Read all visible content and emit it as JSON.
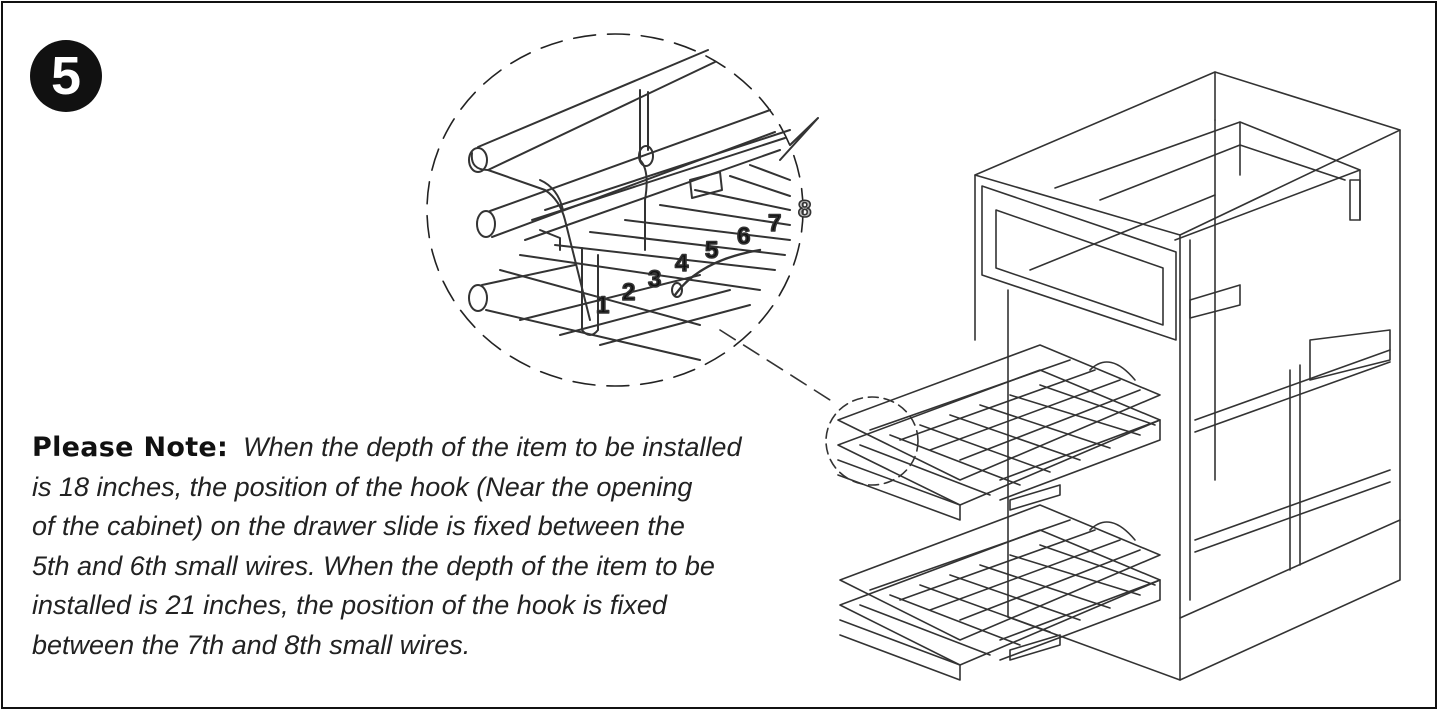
{
  "step": {
    "number": "5"
  },
  "callout": {
    "wire_numbers": [
      "1",
      "2",
      "3",
      "4",
      "5",
      "6",
      "7",
      "8"
    ]
  },
  "note": {
    "label": "Please Note:",
    "lines": [
      "When the depth of the item to be installed",
      "is 18 inches, the position of the hook (Near the opening",
      "of the cabinet) on the drawer slide is fixed between the",
      "5th and 6th small wires. When the depth of the item to be",
      "installed is 21 inches,  the position of the hook is fixed",
      "between the 7th and 8th small wires."
    ]
  }
}
